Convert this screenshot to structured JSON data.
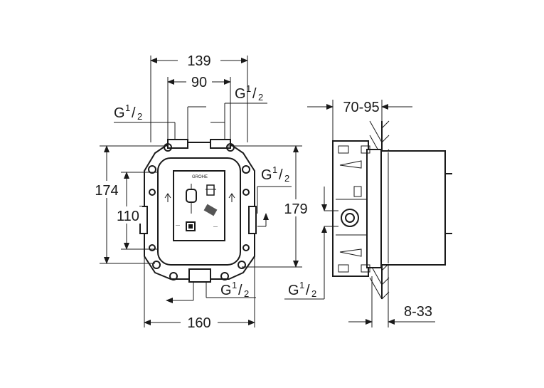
{
  "dimensions": {
    "w139": "139",
    "w90": "90",
    "w160": "160",
    "h174": "174",
    "h110": "110",
    "h179": "179",
    "d70_95": "70-95",
    "d8_33": "8-33"
  },
  "threads": {
    "g": "G",
    "num": "1",
    "den": "2"
  },
  "brand": "GROHE"
}
